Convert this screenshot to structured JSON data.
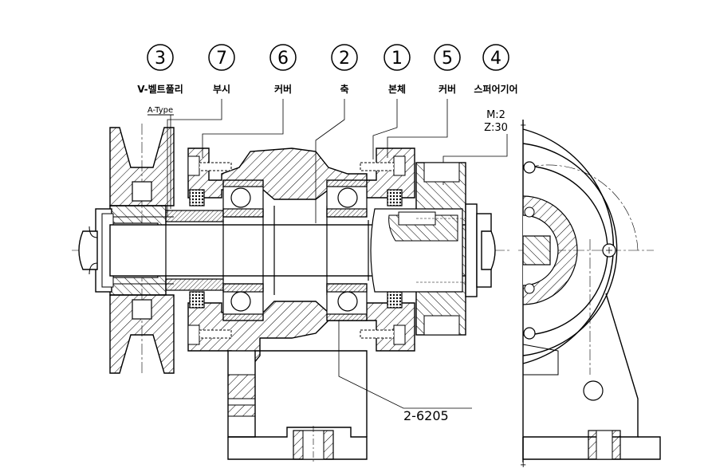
{
  "balloons": [
    {
      "num": "3",
      "label": "V-벨트풀리",
      "sub": "A-Type"
    },
    {
      "num": "7",
      "label": "부시"
    },
    {
      "num": "6",
      "label": "커버"
    },
    {
      "num": "2",
      "label": "축"
    },
    {
      "num": "1",
      "label": "본체"
    },
    {
      "num": "5",
      "label": "커버"
    },
    {
      "num": "4",
      "label": "스퍼어기어"
    }
  ],
  "gear_spec": {
    "module": "M:2",
    "teeth": "Z:30"
  },
  "bearing_callout": "2-6205"
}
